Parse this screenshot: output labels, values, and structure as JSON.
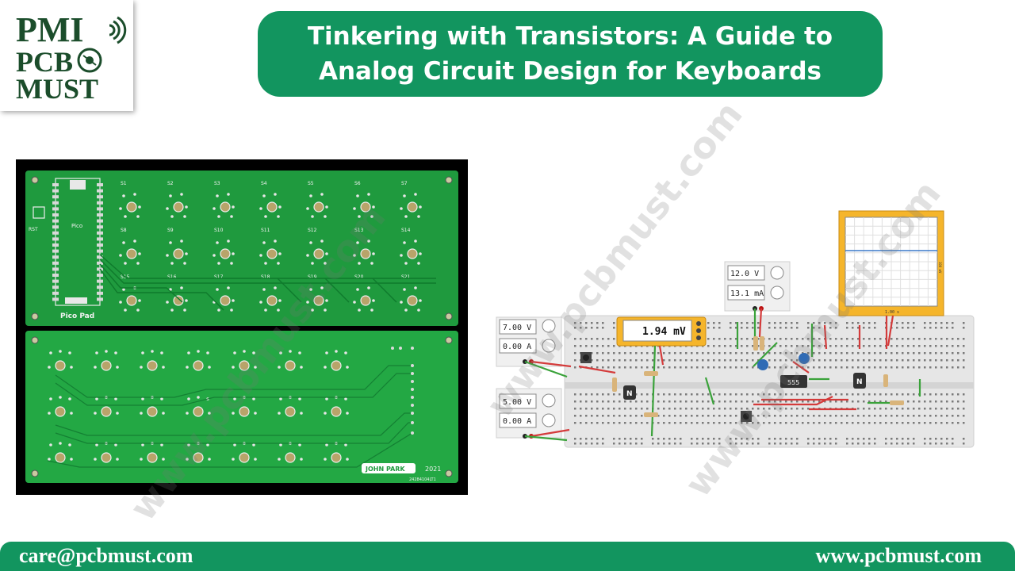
{
  "logo": {
    "line1": "PMI",
    "line2": "PCB",
    "line3": "MUST"
  },
  "title": {
    "line1": "Tinkering with Transistors: A Guide to",
    "line2": "Analog Circuit Design for Keyboards"
  },
  "pcb": {
    "switch_labels_row1": [
      "S1",
      "S2",
      "S3",
      "S4",
      "S5",
      "S6",
      "S7"
    ],
    "switch_labels_row2": [
      "S8",
      "S9",
      "S10",
      "S11",
      "S12",
      "S13",
      "S14"
    ],
    "switch_labels_row3": [
      "S15",
      "S16",
      "S17",
      "S18",
      "S19",
      "S20",
      "S21"
    ],
    "pico_label": "Pico",
    "rst_label": "RST",
    "board_name": "Pico Pad",
    "author_badge": "JOHN PARK",
    "year": "2021",
    "part_code": "24284104LT1"
  },
  "circuit": {
    "supply1": {
      "voltage": "7.00 V",
      "current": "0.00 A"
    },
    "supply2": {
      "voltage": "5.00 V",
      "current": "0.00 A"
    },
    "supply3": {
      "voltage": "12.0 V",
      "current": "13.1 mA"
    },
    "multimeter": "1.94 mV",
    "oscilloscope_label": "1.00 s",
    "oscilloscope_side": "100 mV",
    "timer_chip": "555",
    "transistor1": "N",
    "transistor2": "N"
  },
  "watermark": "www.pcbmust.com",
  "footer": {
    "email": "care@pcbmust.com",
    "website": "www.pcbmust.com"
  },
  "colors": {
    "brand_green": "#12955f",
    "pcb_green": "#1f9a3e",
    "logo_dark": "#1b4d2b"
  }
}
